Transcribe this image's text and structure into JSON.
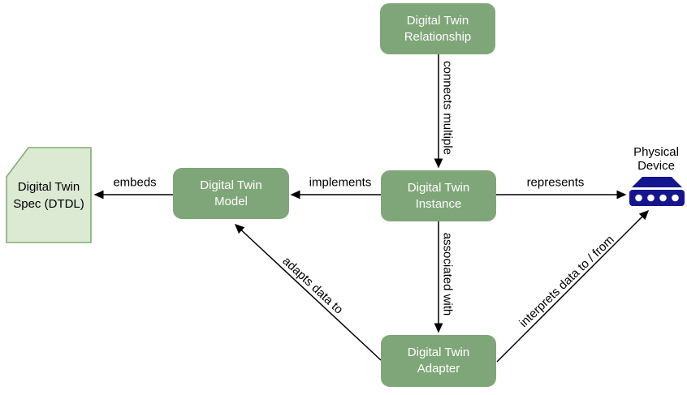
{
  "diagram": {
    "type": "concept-diagram",
    "topic": "Digital Twin"
  },
  "nodes": {
    "relationship": {
      "label": "Digital Twin Relationship",
      "shape": "rounded-rect"
    },
    "instance": {
      "label": "Digital Twin Instance",
      "shape": "rounded-rect"
    },
    "model": {
      "label": "Digital Twin Model",
      "shape": "rounded-rect"
    },
    "adapter": {
      "label": "Digital Twin Adapter",
      "shape": "rounded-rect"
    },
    "spec": {
      "label": "Digital Twin Spec (DTDL)",
      "shape": "document"
    },
    "device": {
      "label": "Physical Device",
      "shape": "device-icon"
    }
  },
  "edges": {
    "connects_multiple": {
      "label": "connects multiple",
      "from": "relationship",
      "to": "instance"
    },
    "implements": {
      "label": "implements",
      "from": "instance",
      "to": "model"
    },
    "embeds": {
      "label": "embeds",
      "from": "model",
      "to": "spec"
    },
    "represents": {
      "label": "represents",
      "from": "instance",
      "to": "device"
    },
    "associated_with": {
      "label": "associated with",
      "from": "instance",
      "to": "adapter"
    },
    "adapts_data_to": {
      "label": "adapts data to",
      "from": "adapter",
      "to": "model"
    },
    "interprets": {
      "label": "interprets data to / from",
      "from": "adapter",
      "to": "device"
    }
  },
  "colors": {
    "bg": "#ffffff",
    "node_fill": "#7fa678",
    "node_text": "#ffffff",
    "spec_fill": "#dce9d3",
    "spec_border": "#84ac73",
    "device_navy": "#15158f",
    "line": "#000000",
    "label_text": "#000000"
  }
}
